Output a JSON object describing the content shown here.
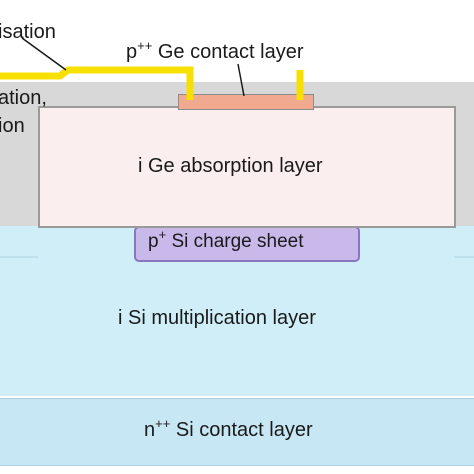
{
  "labels": {
    "metallisation": "isation",
    "passivation_line1": "ation,",
    "passivation_line2": "ion",
    "ge_contact_base": "p",
    "ge_contact_sup": "++",
    "ge_contact_rest": " Ge contact layer",
    "absorption": "i Ge absorption layer",
    "charge_base": "p",
    "charge_sup": "+",
    "charge_rest": " Si charge sheet",
    "multiplication": "i Si multiplication layer",
    "si_contact_base": "n",
    "si_contact_sup": "++",
    "si_contact_rest": " Si contact layer"
  },
  "colors": {
    "metal": "#f7e000",
    "ge_contact": "#f1a98f",
    "charge_sheet": "#c9b8ea",
    "passivation": "#d8d8d8",
    "si_multiplication": "#cfeef8",
    "ge_absorption": "#faeeee"
  }
}
